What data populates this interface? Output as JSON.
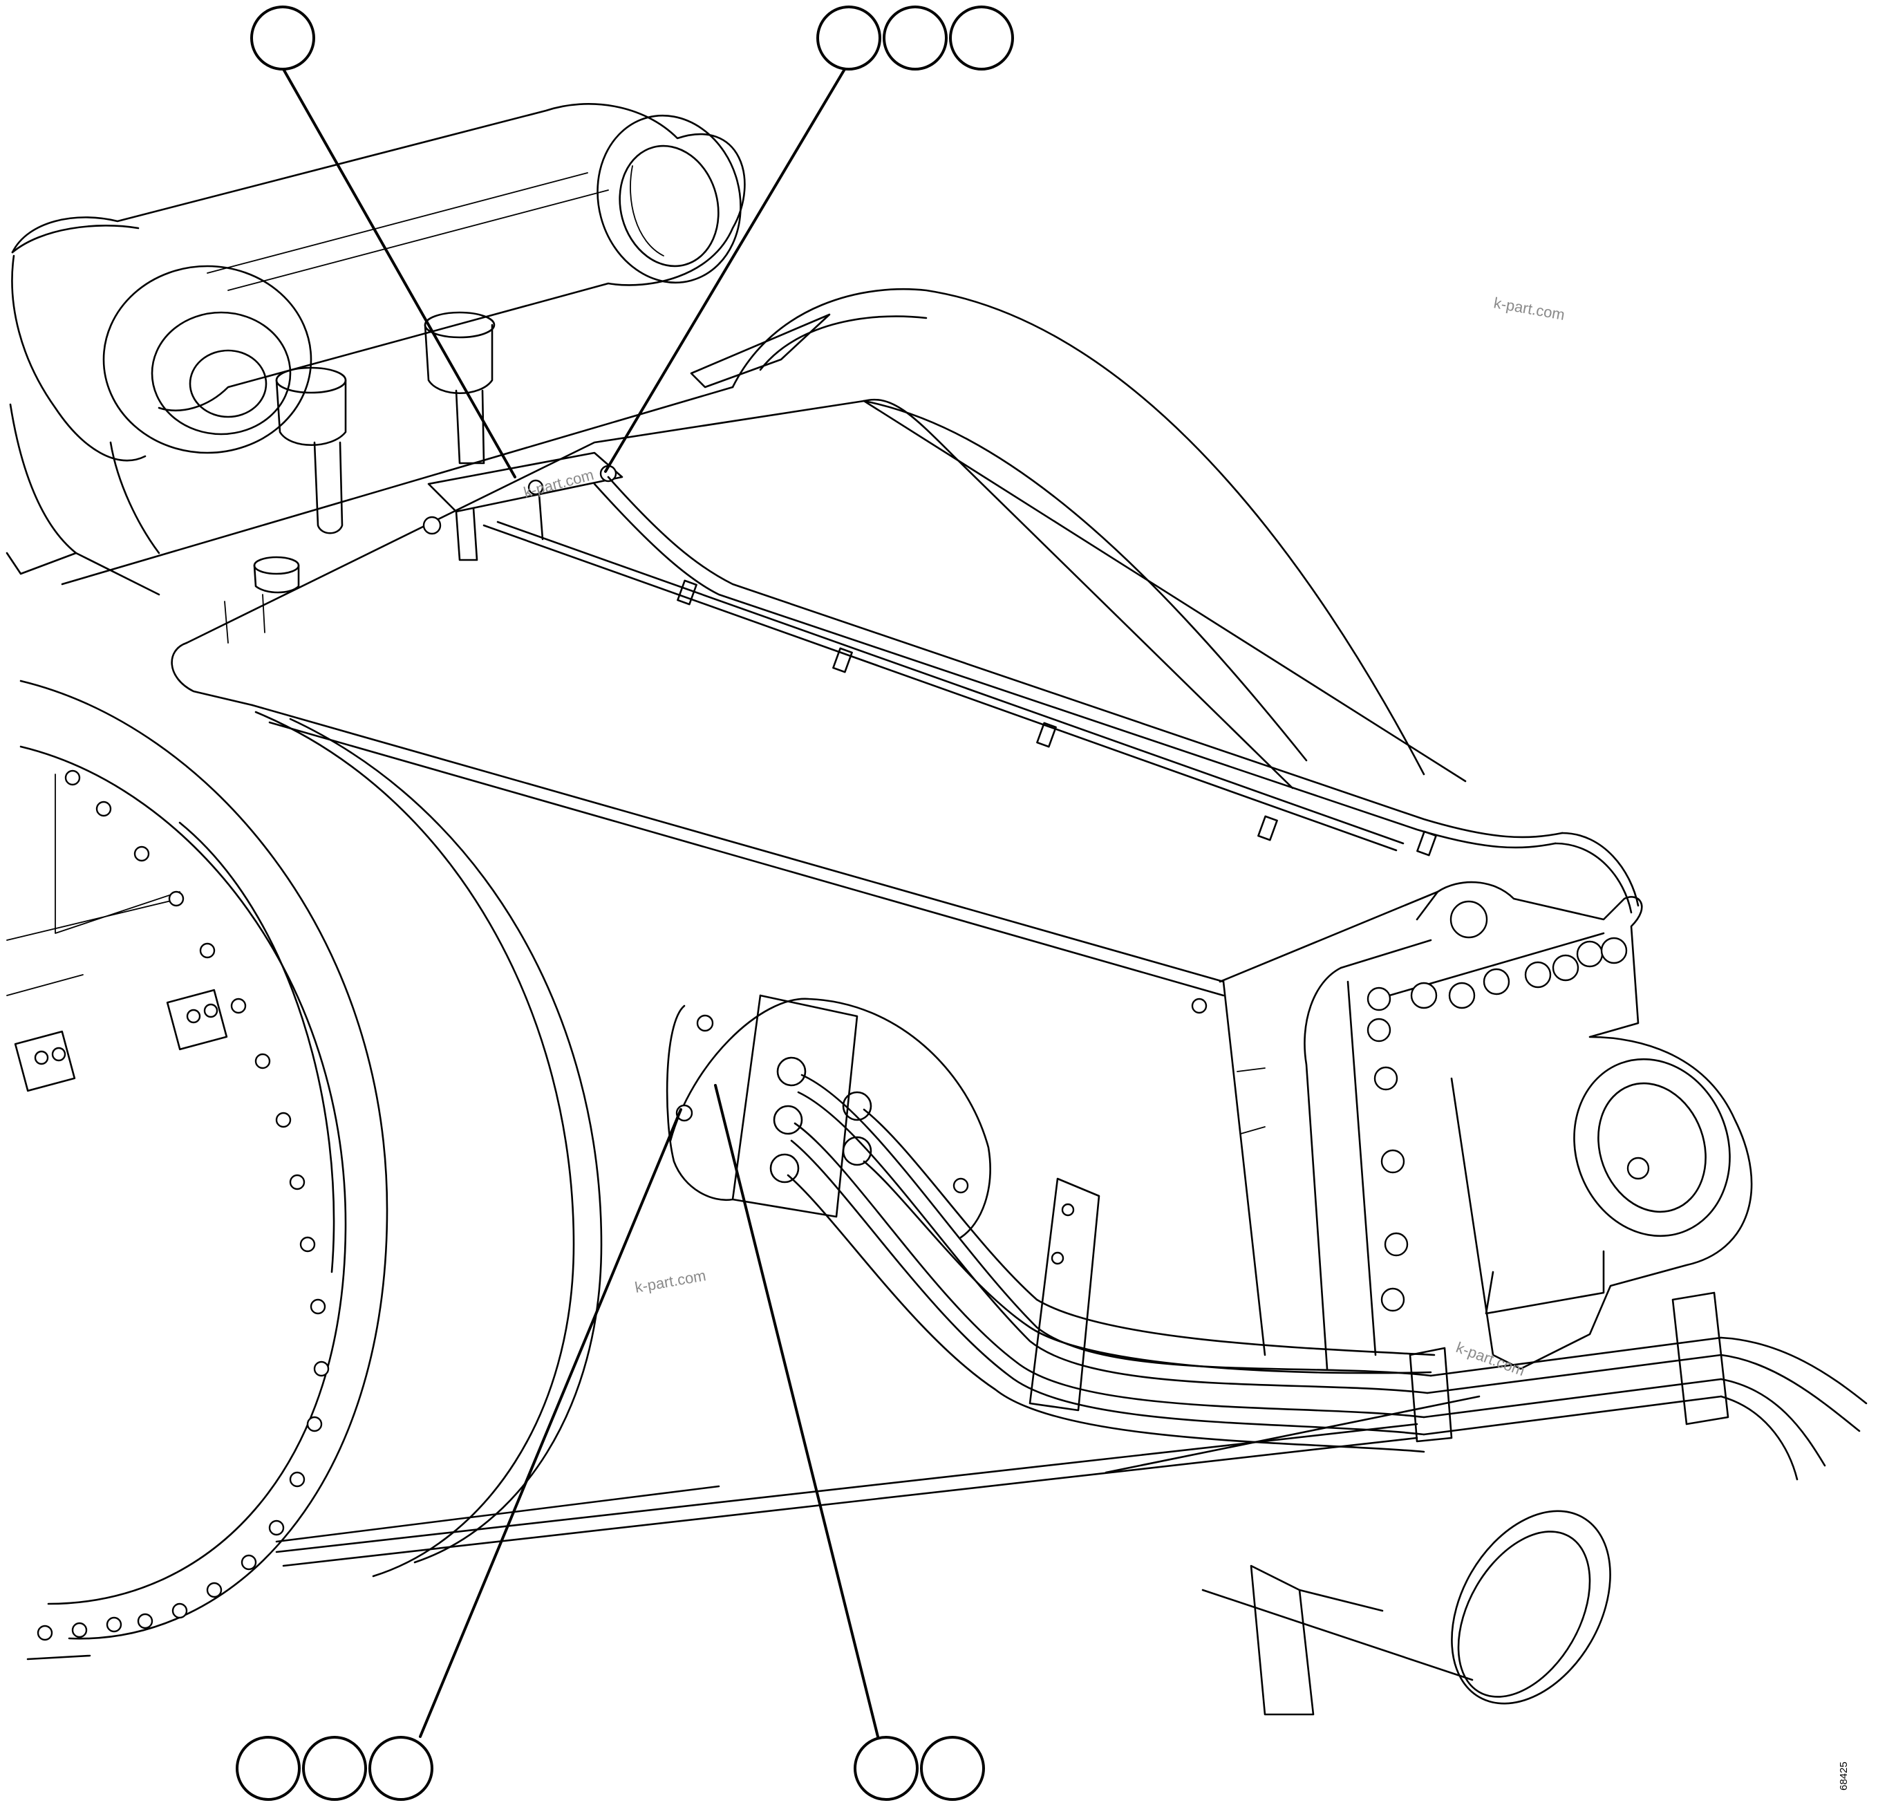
{
  "watermarks": [
    "k-part.com",
    "k-part.com",
    "k-part.com",
    "k-part.com"
  ],
  "figure_ref": "68425",
  "callouts": {
    "top_single": [
      ""
    ],
    "top_triple": [
      "",
      "",
      ""
    ],
    "bottom_triple": [
      "",
      "",
      ""
    ],
    "bottom_double": [
      "",
      ""
    ]
  }
}
